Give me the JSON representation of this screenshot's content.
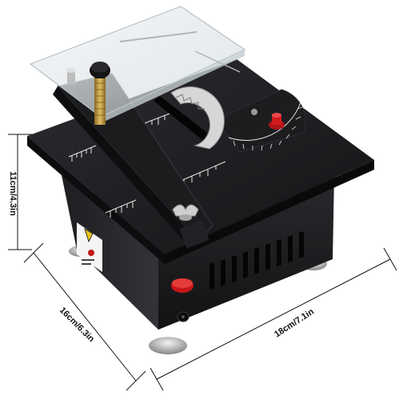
{
  "dimensions": {
    "height": "11cm/4.3in",
    "depth": "16cm/6.3in",
    "width": "18cm/7.1in"
  },
  "colors": {
    "body": "#1b1b1d",
    "top_plate": "#222226",
    "ruler_marks": "#e8e8e8",
    "knob_red": "#d11a1a",
    "acrylic_guard": "#dfe6ea",
    "screw_brass": "#c8a24a",
    "dimension_lines": "#111111"
  },
  "icons": {
    "warning_label": "hand-warning-sticker"
  }
}
